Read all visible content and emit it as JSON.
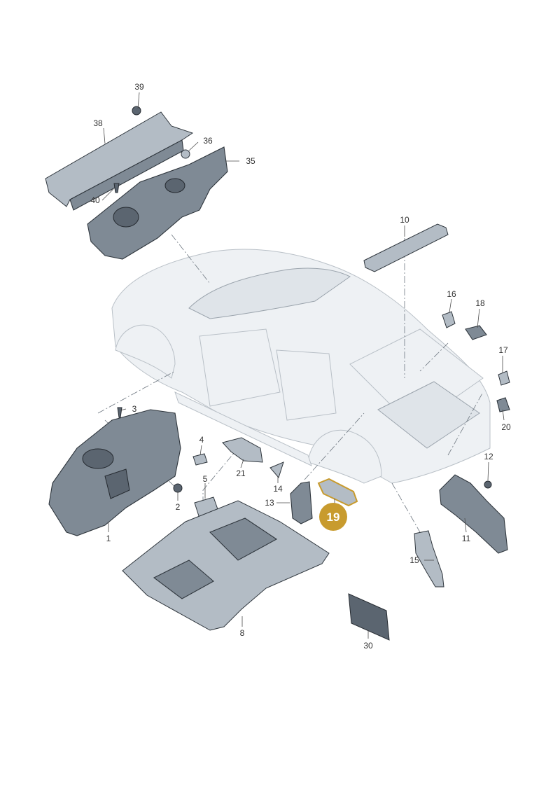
{
  "diagram": {
    "accent_color": "#c89b2e",
    "highlighted_part": "19",
    "callouts": {
      "p1": "1",
      "p2": "2",
      "p3": "3",
      "p4": "4",
      "p5": "5",
      "p8": "8",
      "p10": "10",
      "p11": "11",
      "p12": "12",
      "p13": "13",
      "p14": "14",
      "p15": "15",
      "p16": "16",
      "p17": "17",
      "p18": "18",
      "p19": "19",
      "p20": "20",
      "p21": "21",
      "p30": "30",
      "p35": "35",
      "p36": "36",
      "p38": "38",
      "p39": "39",
      "p40": "40"
    }
  }
}
